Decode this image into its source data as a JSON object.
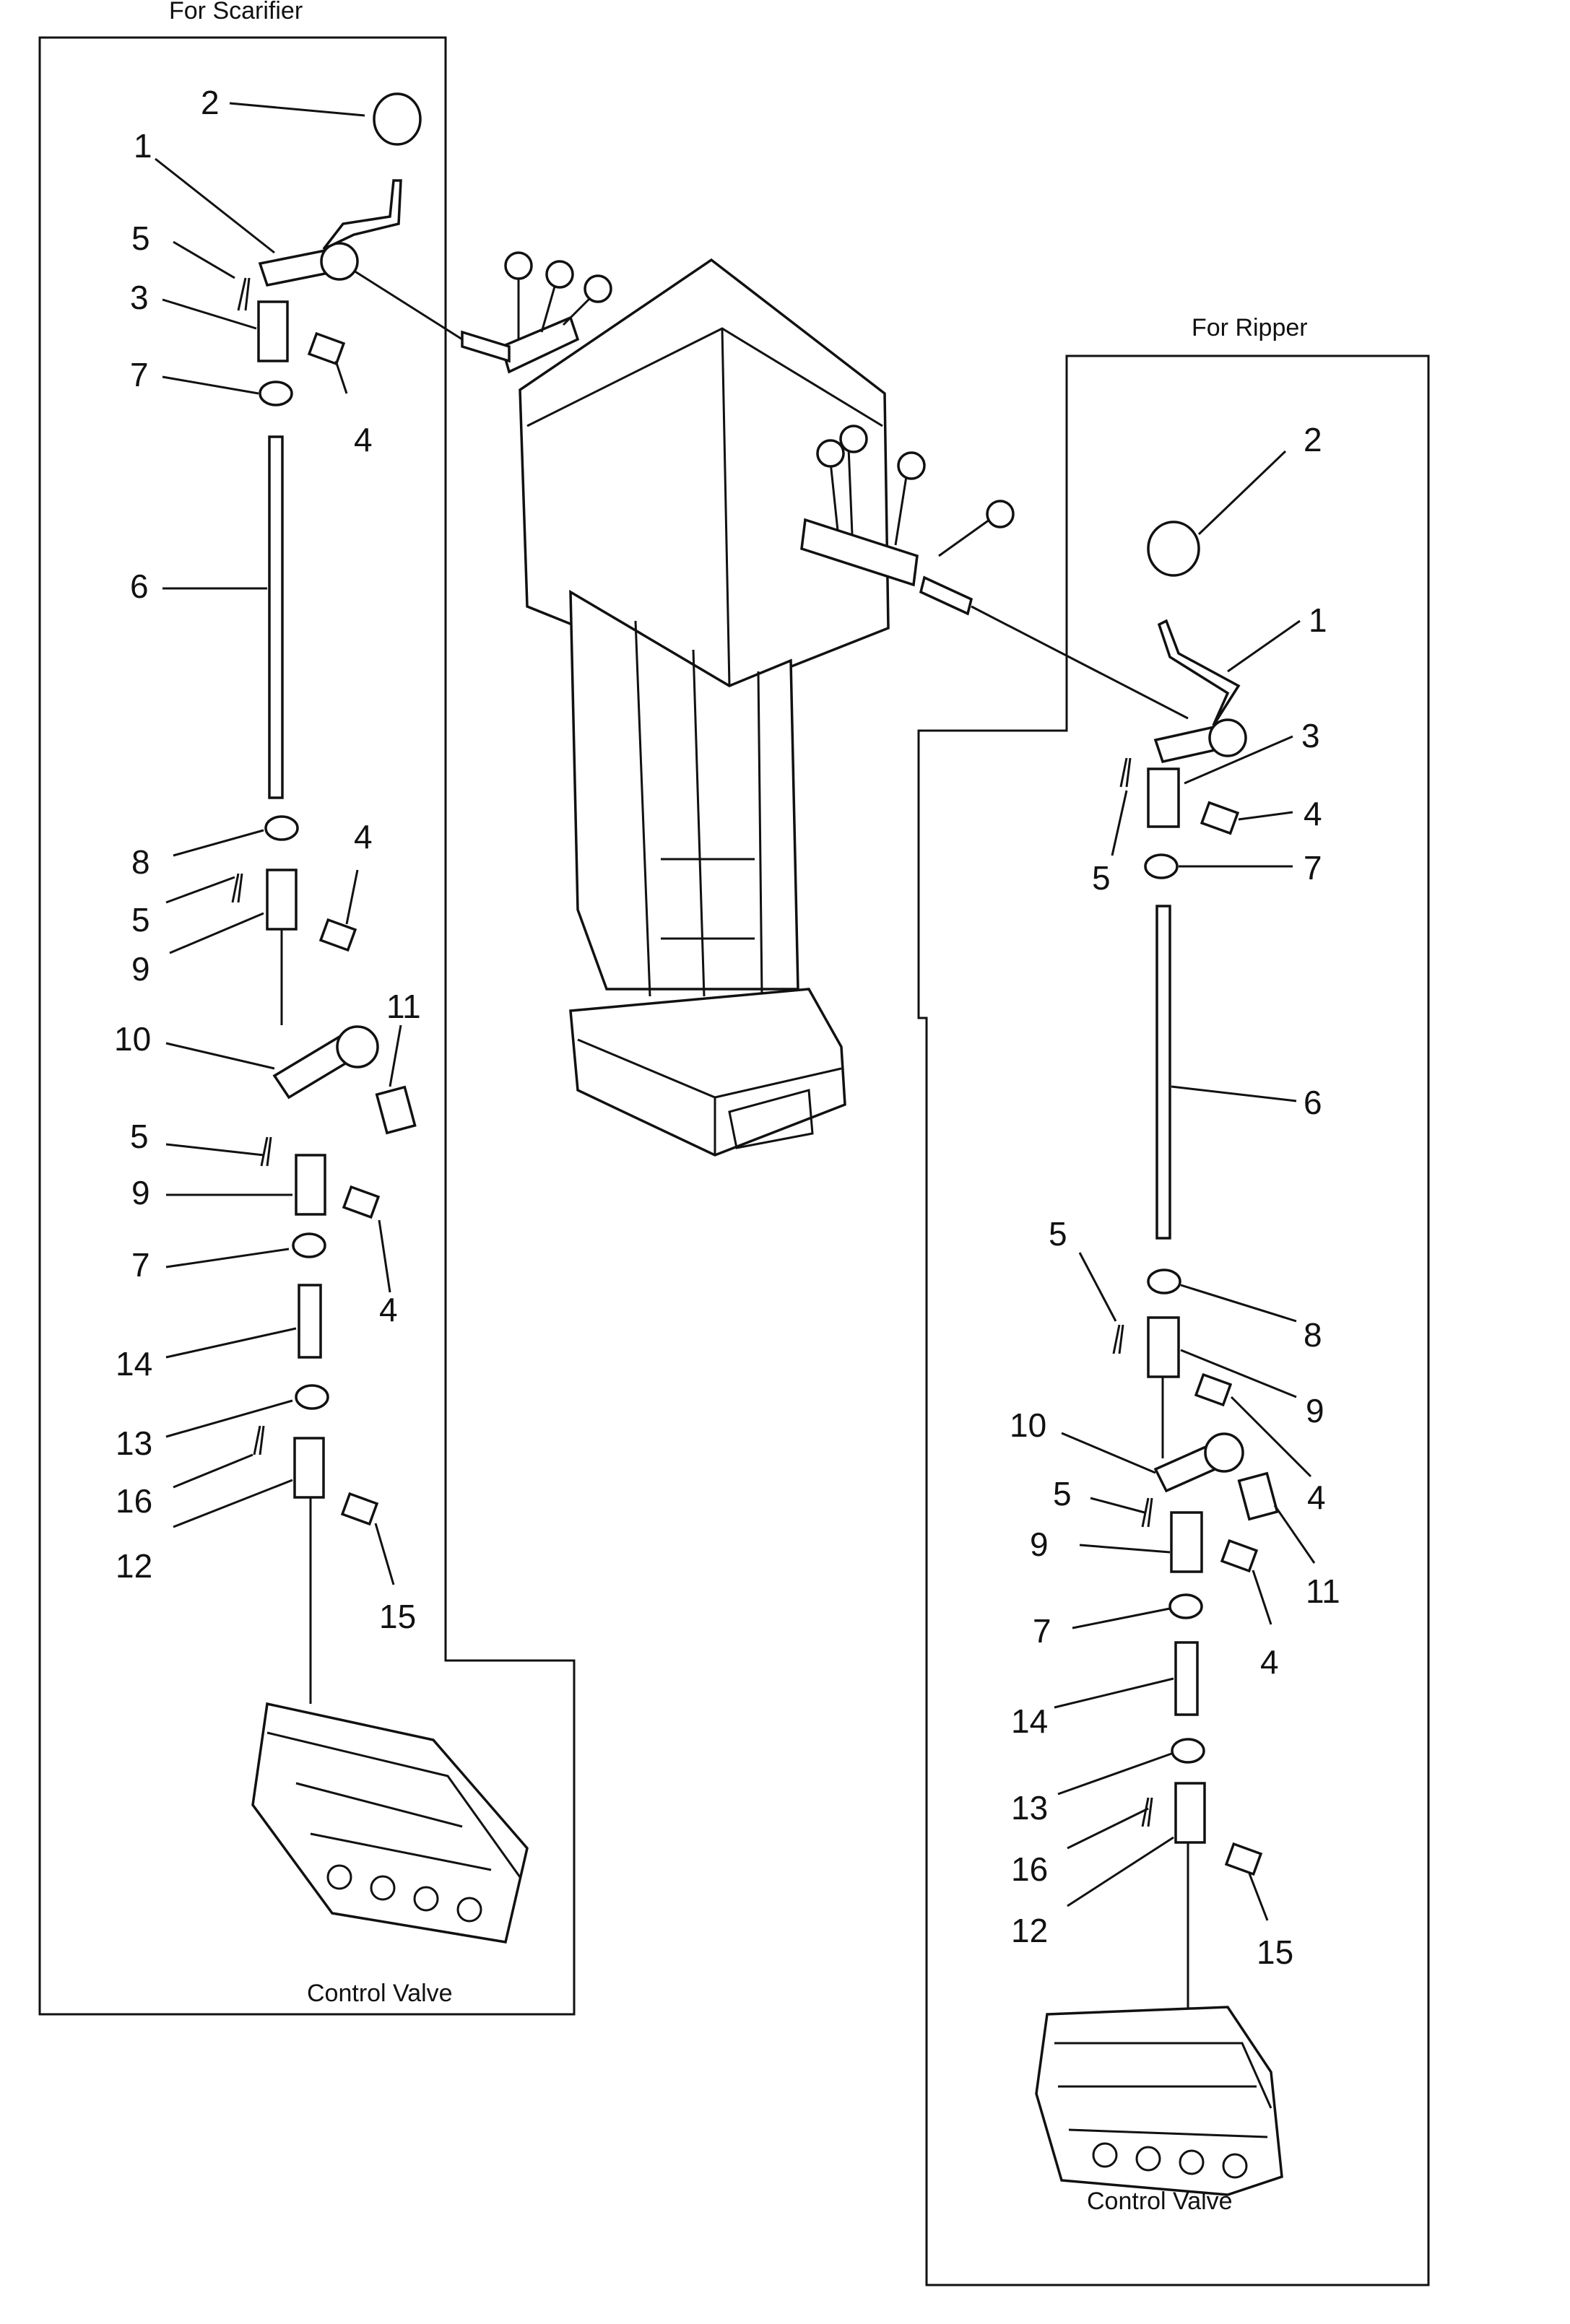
{
  "panels": {
    "scarifier": {
      "title": "For Scarifier",
      "footer": "Control Valve"
    },
    "ripper": {
      "title": "For Ripper",
      "footer": "Control Valve"
    }
  },
  "callouts": {
    "scarifier": [
      "2",
      "1",
      "5",
      "3",
      "7",
      "4",
      "6",
      "8",
      "4",
      "5",
      "9",
      "11",
      "10",
      "5",
      "9",
      "7",
      "4",
      "14",
      "13",
      "16",
      "12",
      "15"
    ],
    "ripper": [
      "2",
      "1",
      "3",
      "4",
      "5",
      "7",
      "6",
      "5",
      "8",
      "9",
      "10",
      "4",
      "5",
      "11",
      "9",
      "4",
      "7",
      "14",
      "13",
      "16",
      "12",
      "15"
    ]
  }
}
